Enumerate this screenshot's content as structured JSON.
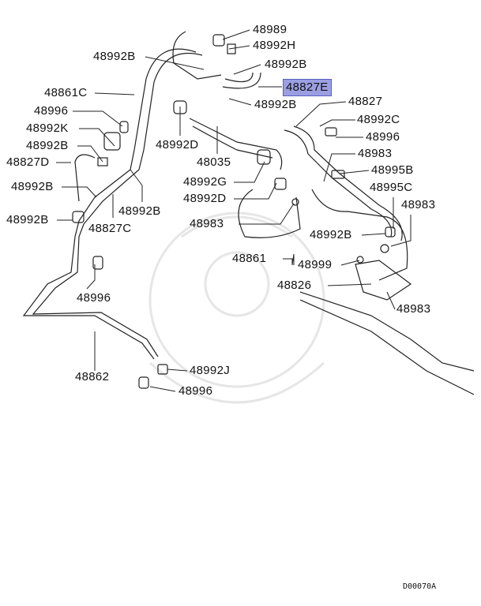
{
  "diagram": {
    "highlight_color": "#9b9fe2",
    "labels": [
      "48989",
      "48992H",
      "48992B",
      "48992B",
      "48827E",
      "48861C",
      "48992B",
      "48827",
      "48996",
      "48992C",
      "48992K",
      "48996",
      "48992B",
      "48992D",
      "48983",
      "48035",
      "48827D",
      "48995B",
      "48992G",
      "48992B",
      "48995C",
      "48992D",
      "48983",
      "48992B",
      "48992B",
      "48983",
      "48827C",
      "48992B",
      "48861",
      "48999",
      "48826",
      "48996",
      "48983",
      "48862",
      "48992J",
      "48996"
    ],
    "highlighted_label": "48827E",
    "drawing_code": "D00070A"
  }
}
